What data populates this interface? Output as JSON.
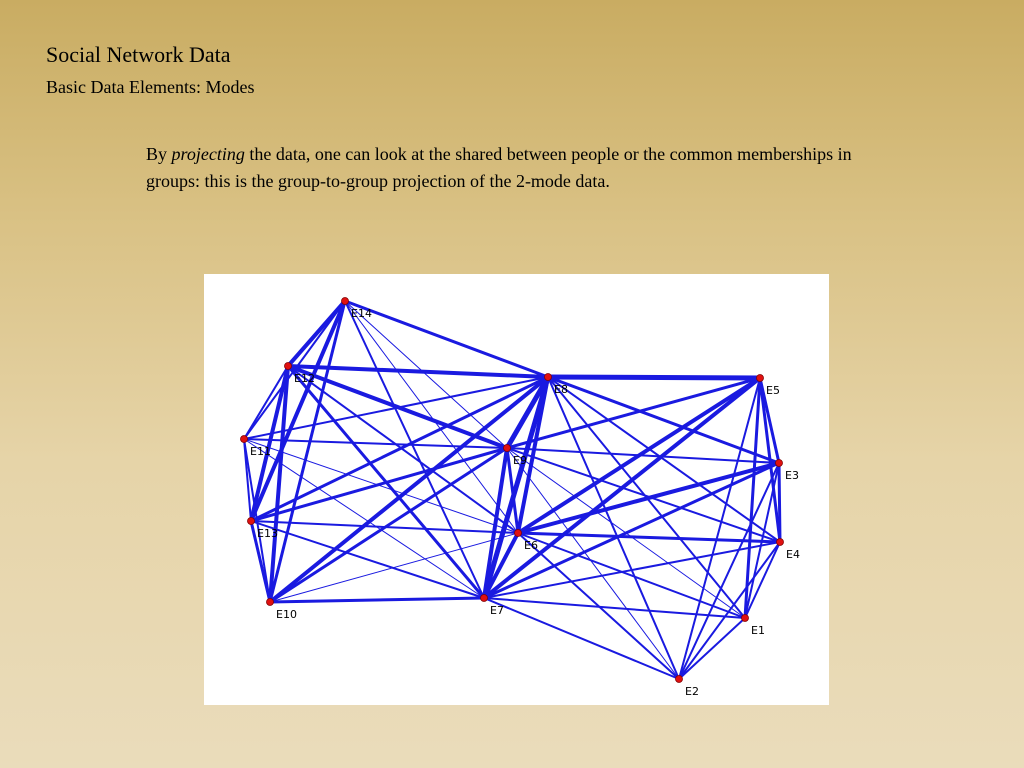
{
  "slide": {
    "title": "Social Network Data",
    "subtitle": "Basic Data Elements:  Modes",
    "body_before": "By ",
    "body_emphasis": "projecting",
    "body_after": " the data, one can look at the shared between people or the common memberships in groups: this is the group-to-group projection of the 2-mode data."
  },
  "graph": {
    "edge_color": "#1a1ae0",
    "node_color": "#e01010",
    "nodes": [
      {
        "id": "E1",
        "label": "E1"
      },
      {
        "id": "E2",
        "label": "E2"
      },
      {
        "id": "E3",
        "label": "E3"
      },
      {
        "id": "E4",
        "label": "E4"
      },
      {
        "id": "E5",
        "label": "E5"
      },
      {
        "id": "E6",
        "label": "E6"
      },
      {
        "id": "E7",
        "label": "E7"
      },
      {
        "id": "E8",
        "label": "E8"
      },
      {
        "id": "E9",
        "label": "E9"
      },
      {
        "id": "E10",
        "label": "E10"
      },
      {
        "id": "E11",
        "label": "E11"
      },
      {
        "id": "E12",
        "label": "E12"
      },
      {
        "id": "E13",
        "label": "E13"
      },
      {
        "id": "E14",
        "label": "E14"
      }
    ],
    "edges": [
      [
        "E14",
        "E12",
        4
      ],
      [
        "E14",
        "E11",
        2
      ],
      [
        "E14",
        "E13",
        4
      ],
      [
        "E14",
        "E10",
        3
      ],
      [
        "E14",
        "E8",
        3
      ],
      [
        "E14",
        "E9",
        1
      ],
      [
        "E14",
        "E7",
        2
      ],
      [
        "E14",
        "E6",
        1
      ],
      [
        "E12",
        "E8",
        4
      ],
      [
        "E12",
        "E11",
        2
      ],
      [
        "E12",
        "E13",
        4
      ],
      [
        "E12",
        "E10",
        4
      ],
      [
        "E12",
        "E9",
        4
      ],
      [
        "E12",
        "E7",
        3
      ],
      [
        "E12",
        "E6",
        2
      ],
      [
        "E11",
        "E13",
        2
      ],
      [
        "E11",
        "E10",
        2
      ],
      [
        "E11",
        "E9",
        2
      ],
      [
        "E11",
        "E8",
        2
      ],
      [
        "E11",
        "E7",
        1
      ],
      [
        "E11",
        "E6",
        1
      ],
      [
        "E13",
        "E10",
        3
      ],
      [
        "E13",
        "E8",
        3
      ],
      [
        "E13",
        "E9",
        3
      ],
      [
        "E13",
        "E7",
        2
      ],
      [
        "E13",
        "E6",
        2
      ],
      [
        "E10",
        "E8",
        4
      ],
      [
        "E10",
        "E9",
        3
      ],
      [
        "E10",
        "E7",
        3
      ],
      [
        "E10",
        "E6",
        1
      ],
      [
        "E8",
        "E5",
        5
      ],
      [
        "E8",
        "E9",
        5
      ],
      [
        "E8",
        "E7",
        5
      ],
      [
        "E8",
        "E6",
        4
      ],
      [
        "E8",
        "E3",
        3
      ],
      [
        "E8",
        "E4",
        2
      ],
      [
        "E8",
        "E1",
        2
      ],
      [
        "E8",
        "E2",
        2
      ],
      [
        "E9",
        "E7",
        4
      ],
      [
        "E9",
        "E6",
        3
      ],
      [
        "E9",
        "E5",
        3
      ],
      [
        "E9",
        "E3",
        2
      ],
      [
        "E9",
        "E4",
        2
      ],
      [
        "E9",
        "E1",
        1
      ],
      [
        "E9",
        "E2",
        1
      ],
      [
        "E7",
        "E6",
        4
      ],
      [
        "E7",
        "E5",
        4
      ],
      [
        "E7",
        "E3",
        3
      ],
      [
        "E7",
        "E4",
        2
      ],
      [
        "E7",
        "E1",
        2
      ],
      [
        "E7",
        "E2",
        2
      ],
      [
        "E6",
        "E5",
        4
      ],
      [
        "E6",
        "E3",
        4
      ],
      [
        "E6",
        "E4",
        3
      ],
      [
        "E6",
        "E1",
        2
      ],
      [
        "E6",
        "E2",
        2
      ],
      [
        "E5",
        "E3",
        3
      ],
      [
        "E5",
        "E4",
        3
      ],
      [
        "E5",
        "E1",
        3
      ],
      [
        "E5",
        "E2",
        2
      ],
      [
        "E3",
        "E4",
        3
      ],
      [
        "E3",
        "E1",
        2
      ],
      [
        "E3",
        "E2",
        2
      ],
      [
        "E4",
        "E1",
        2
      ],
      [
        "E4",
        "E2",
        2
      ],
      [
        "E1",
        "E2",
        2
      ]
    ]
  }
}
